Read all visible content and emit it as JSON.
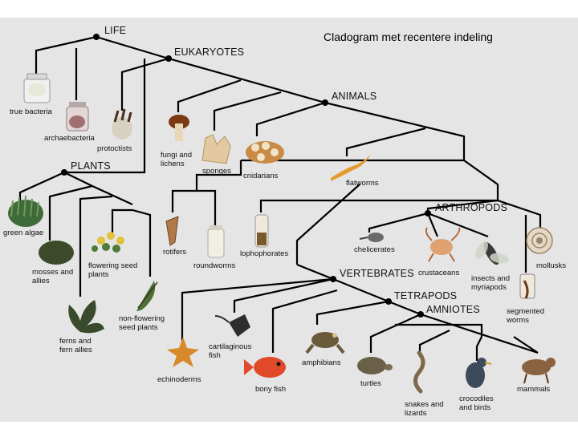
{
  "title": "Cladogram met recentere indeling",
  "clades": {
    "life": "LIFE",
    "eukaryotes": "EUKARYOTES",
    "animals": "ANIMALS",
    "plants": "PLANTS",
    "arthropods": "ARTHROPODS",
    "vertebrates": "VERTEBRATES",
    "tetrapods": "TETRAPODS",
    "amniotes": "AMNIOTES"
  },
  "taxa": {
    "true_bacteria": "true bacteria",
    "archaebacteria": "archaebacteria",
    "protoctists": "protoctists",
    "fungi_1": "fungi and",
    "fungi_2": "lichens",
    "sponges": "sponges",
    "cnidarians": "cnidarians",
    "flatworms": "flatworms",
    "green_algae": "green algae",
    "mosses_1": "mosses and",
    "mosses_2": "allies",
    "ferns_1": "ferns and",
    "ferns_2": "fern allies",
    "flowering_1": "flowering seed",
    "flowering_2": "plants",
    "nonflowering_1": "non-flowering",
    "nonflowering_2": "seed plants",
    "rotifers": "rotifers",
    "roundworms": "roundworms",
    "lophophorates": "lophophorates",
    "chelicerates": "chelicerates",
    "crustaceans": "crustaceans",
    "insects_1": "insects and",
    "insects_2": "myriapods",
    "mollusks": "mollusks",
    "segmented_1": "segmented",
    "segmented_2": "worms",
    "echinoderms": "echinoderms",
    "cartilaginous_1": "cartilaginous",
    "cartilaginous_2": "fish",
    "bony_fish": "bony fish",
    "amphibians": "amphibians",
    "turtles": "turtles",
    "snakes_1": "snakes and",
    "snakes_2": "lizards",
    "crocodiles_1": "crocodiles",
    "crocodiles_2": "and birds",
    "mammals": "mammals"
  },
  "colors": {
    "background": "#e5e5e5",
    "line": "#000000",
    "node": "#000000"
  }
}
